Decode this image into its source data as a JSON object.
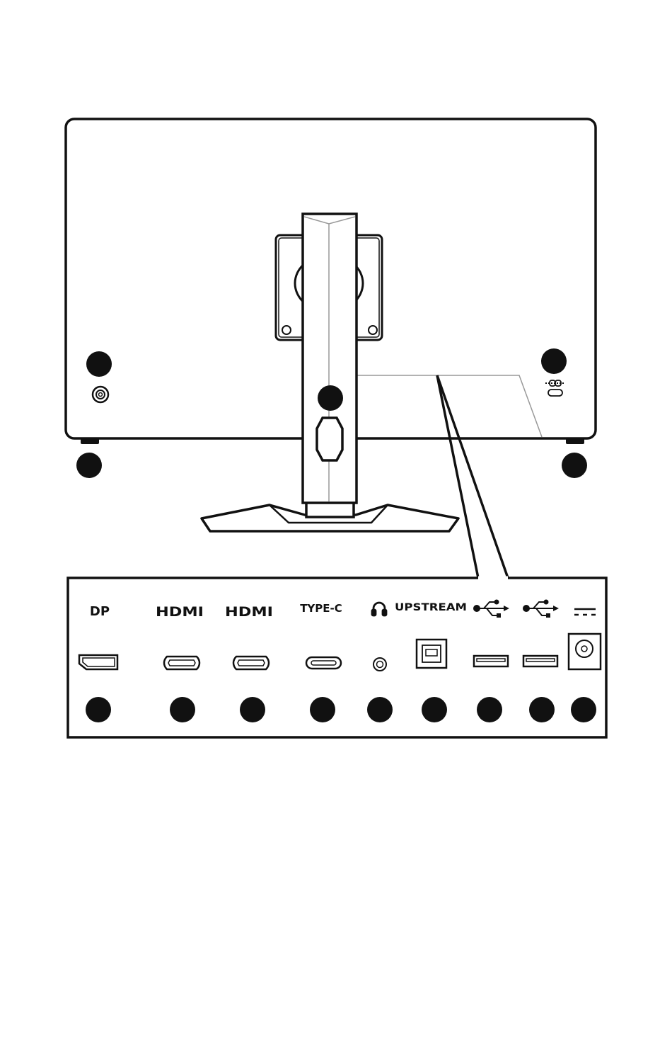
{
  "colors": {
    "line": "#111111",
    "fill": "#ffffff",
    "grey": "#999999",
    "marker": "#111111"
  },
  "port_panel": {
    "labels": {
      "dp": "DP",
      "hdmi1": "HDMI",
      "hdmi2": "HDMI",
      "typec": "TYPE-C",
      "upstream": "UPSTREAM"
    },
    "icons": [
      "headphone-icon",
      "usb-icon",
      "usb-icon",
      "dc-power-icon"
    ]
  },
  "monitor": {
    "icons": [
      "power-button-icon",
      "kensington-lock-icon",
      "cable-clip-icon"
    ]
  }
}
